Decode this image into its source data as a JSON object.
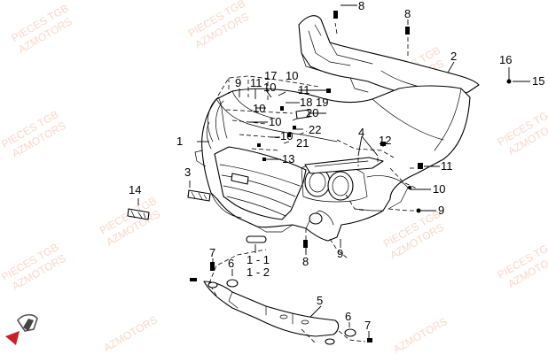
{
  "watermark": {
    "line1": "PIECES TGB",
    "line2": "AZMOTORS",
    "line1_cut": "PIECES TG",
    "line2_cut": "AZMOTORS",
    "line1_edge": "PIECES TGB",
    "line2_edge": "AZMOTO"
  },
  "callouts": {
    "c8a": "8",
    "c8b": "8",
    "c2": "2",
    "c16": "16",
    "c15": "15",
    "c9": "9",
    "c11a": "11",
    "c17": "17",
    "c10a": "10",
    "c10b": "10",
    "c11b": "11",
    "c18": "18",
    "c19": "19",
    "c20": "20",
    "c10c": "10",
    "c1": "1",
    "c22": "22",
    "c10d": "10",
    "c21": "21",
    "c4": "4",
    "c12": "12",
    "c13": "13",
    "c3": "3",
    "c14": "14",
    "c11c": "11",
    "c10e": "10",
    "c9b": "9",
    "c9c": "9",
    "c8c": "8",
    "c7a": "7",
    "c6a": "6",
    "c1_1": "1 - 1",
    "c1_2": "1 - 2",
    "c5": "5",
    "c6b": "6",
    "c7b": "7"
  },
  "colors": {
    "watermark": "#f2b8a0",
    "ink": "#000000"
  }
}
